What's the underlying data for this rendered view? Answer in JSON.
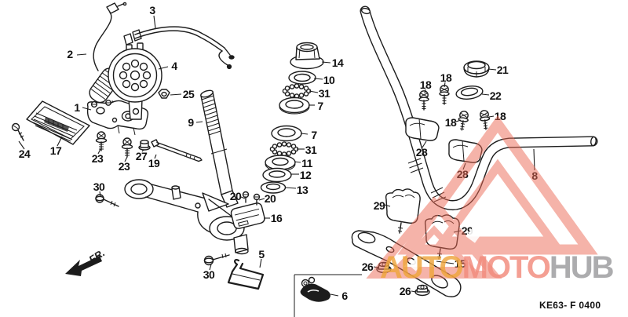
{
  "diagram": {
    "code": "KE63- F 0400",
    "fr_label": "FR.",
    "callouts": [
      {
        "number": "2"
      },
      {
        "number": "3"
      },
      {
        "number": "4"
      },
      {
        "number": "25"
      },
      {
        "number": "1"
      },
      {
        "number": "17"
      },
      {
        "number": "24"
      },
      {
        "number": "23"
      },
      {
        "number": "23"
      },
      {
        "number": "27"
      },
      {
        "number": "19"
      },
      {
        "number": "30"
      },
      {
        "number": "9"
      },
      {
        "number": "14"
      },
      {
        "number": "10"
      },
      {
        "number": "31"
      },
      {
        "number": "7"
      },
      {
        "number": "7"
      },
      {
        "number": "31"
      },
      {
        "number": "11"
      },
      {
        "number": "12"
      },
      {
        "number": "13"
      },
      {
        "number": "20"
      },
      {
        "number": "20"
      },
      {
        "number": "16"
      },
      {
        "number": "5"
      },
      {
        "number": "30"
      },
      {
        "number": "6"
      },
      {
        "number": "21"
      },
      {
        "number": "22"
      },
      {
        "number": "18"
      },
      {
        "number": "18"
      },
      {
        "number": "18"
      },
      {
        "number": "18"
      },
      {
        "number": "28"
      },
      {
        "number": "28"
      },
      {
        "number": "8"
      },
      {
        "number": "29"
      },
      {
        "number": "29"
      },
      {
        "number": "26"
      },
      {
        "number": "26"
      },
      {
        "number": "15"
      }
    ]
  },
  "watermark": {
    "segments": [
      {
        "text": "AUTO",
        "color": "#EFA63C"
      },
      {
        "text": "MOTO",
        "color": "#F28B7C"
      },
      {
        "text": "HUB",
        "color": "#9B9B9D"
      }
    ],
    "triangle_color": "#ED6A55"
  }
}
